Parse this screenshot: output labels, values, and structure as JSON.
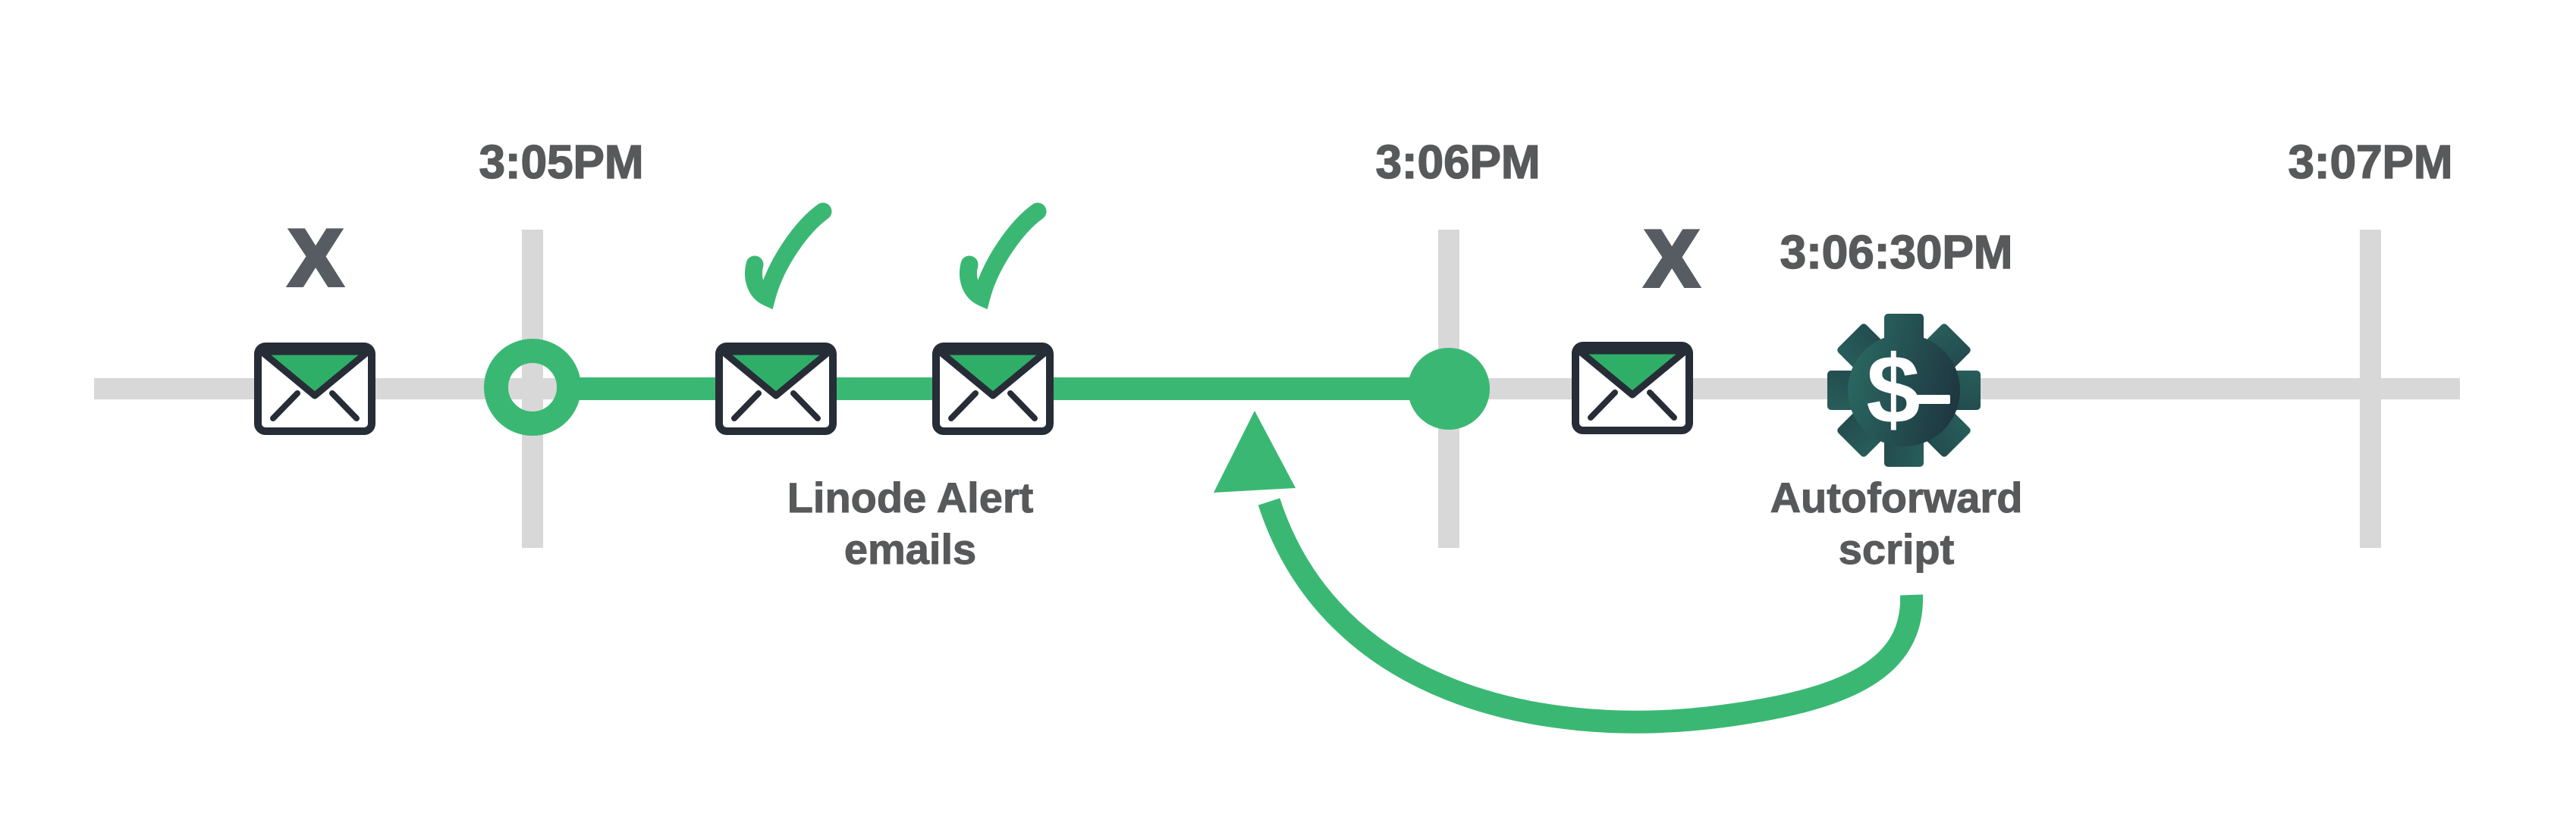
{
  "diagram": {
    "description_domain": "email alert timeline",
    "timeline": {
      "ticks": [
        {
          "label": "3:05PM"
        },
        {
          "label": "3:06PM"
        },
        {
          "label": "3:07PM"
        }
      ],
      "script_time_label": "3:06:30PM"
    },
    "markers": {
      "x_mark_1": "X",
      "x_mark_2": "X"
    },
    "captions": {
      "alert_emails": {
        "line1": "Linode Alert",
        "line2": "emails"
      },
      "autoforward": {
        "line1": "Autoforward",
        "line2": "script"
      }
    },
    "gear": {
      "dollar_symbol": "$"
    },
    "icons": {
      "envelope": "envelope-icon",
      "check": "checkmark-icon",
      "x": "x-mark",
      "gear": "script-gear-icon",
      "arrow": "loop-arrow",
      "open_circle": "timeline-start-marker",
      "filled_circle": "timeline-end-marker"
    },
    "colors": {
      "green": "#3ab873",
      "flap_green": "#2fae68",
      "timeline_gray": "#d8d8d8",
      "text_gray": "#58595b",
      "x_gray": "#575b62",
      "envelope_outline": "#272d37",
      "gear_teal": "#2c7167",
      "gear_navy": "#1c2b39",
      "white": "#ffffff"
    }
  }
}
